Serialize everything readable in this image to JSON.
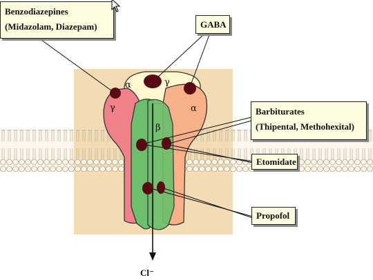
{
  "labels": {
    "benzodiazepines": "Benzodiazepines",
    "benzodiazepines_examples": "(Midazolam, Diazepam)",
    "gaba": "GABA",
    "barbiturates": "Barbiturates",
    "barbiturates_examples": "(Thipental, Methohexital)",
    "etomidate": "Etomidate",
    "propofol": "Propofol"
  },
  "subunits": {
    "alpha_top": "α",
    "gamma_top": "γ",
    "gamma_left": "γ",
    "alpha_right": "α",
    "beta": "β"
  },
  "ion": "Cl⁻",
  "colors": {
    "subunit_gamma": "#f0808a",
    "subunit_alpha": "#f8b088",
    "subunit_beta": "#6cbf6c",
    "top_cap": "#fff8cf",
    "binding_site": "#5a0a14",
    "membrane_bg": "#f3dcb4",
    "label_bg": "#fffde0"
  }
}
